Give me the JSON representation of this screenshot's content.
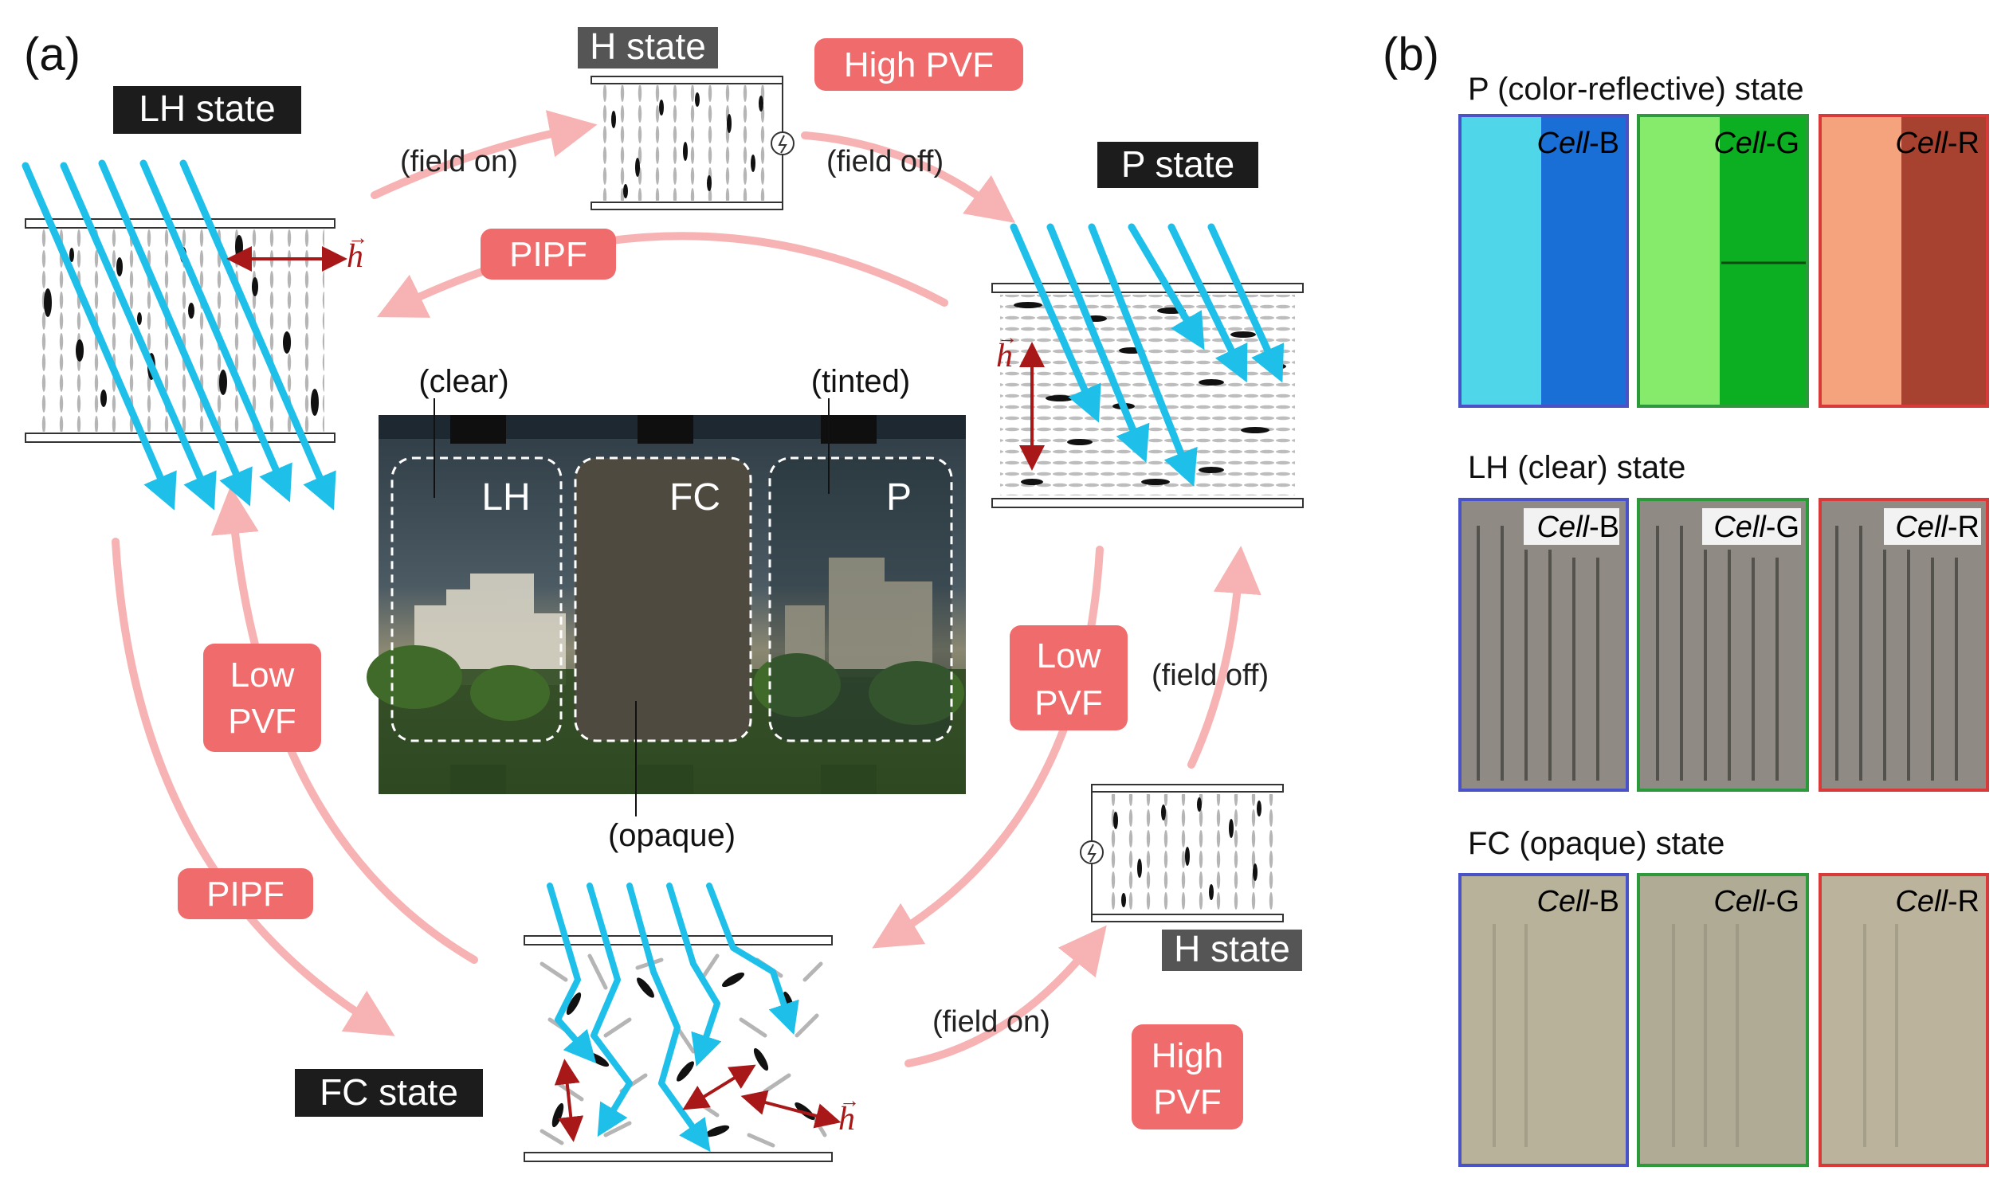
{
  "panel_a": {
    "letter": "(a)",
    "states": {
      "lh": "LH state",
      "h_top": "H state",
      "p": "P state",
      "fc": "FC state",
      "h_bottom": "H state"
    },
    "transitions": {
      "high_pvf_top": "High PVF",
      "pipf_top": "PIPF",
      "low_pvf_left": [
        "Low",
        "PVF"
      ],
      "pipf_left": "PIPF",
      "low_pvf_right": [
        "Low",
        "PVF"
      ],
      "high_pvf_bottom": [
        "High",
        "PVF"
      ]
    },
    "field_labels": {
      "on_top": "(field on)",
      "off_top": "(field off)",
      "off_right": "(field off)",
      "on_bottom": "(field on)"
    },
    "vector_symbol": "h",
    "photo": {
      "region_labels": [
        "LH",
        "FC",
        "P"
      ],
      "pointer_labels": {
        "clear": "(clear)",
        "tinted": "(tinted)",
        "opaque": "(opaque)"
      }
    }
  },
  "panel_b": {
    "letter": "(b)",
    "rows": [
      {
        "title": "P (color-reflective) state",
        "cells": [
          "B",
          "G",
          "R"
        ]
      },
      {
        "title": "LH (clear) state",
        "cells": [
          "B",
          "G",
          "R"
        ]
      },
      {
        "title": "FC (opaque) state",
        "cells": [
          "B",
          "G",
          "R"
        ]
      }
    ],
    "cell_prefix": "Cell",
    "cell_border_colors": {
      "B": "#4a52c8",
      "G": "#2c9a3a",
      "R": "#d83a3a"
    },
    "p_row_fills": {
      "B": {
        "light": "#4fd6e8",
        "dark": "#1a6fd6"
      },
      "G": {
        "light": "#86ea6a",
        "dark": "#0cae22"
      },
      "R": {
        "light": "#f4a37c",
        "dark": "#a84230"
      }
    },
    "lh_fill": "#8f8b84",
    "fc_fill": "#b9b29a"
  },
  "colors": {
    "arrow_pink": "#f7b3b3",
    "label_pink": "#f06b6b",
    "light_cyan": "#1ec0ea",
    "vector_red": "#a81818",
    "dark_label": "#1c1c1c",
    "h_label_bg": "#555555"
  }
}
